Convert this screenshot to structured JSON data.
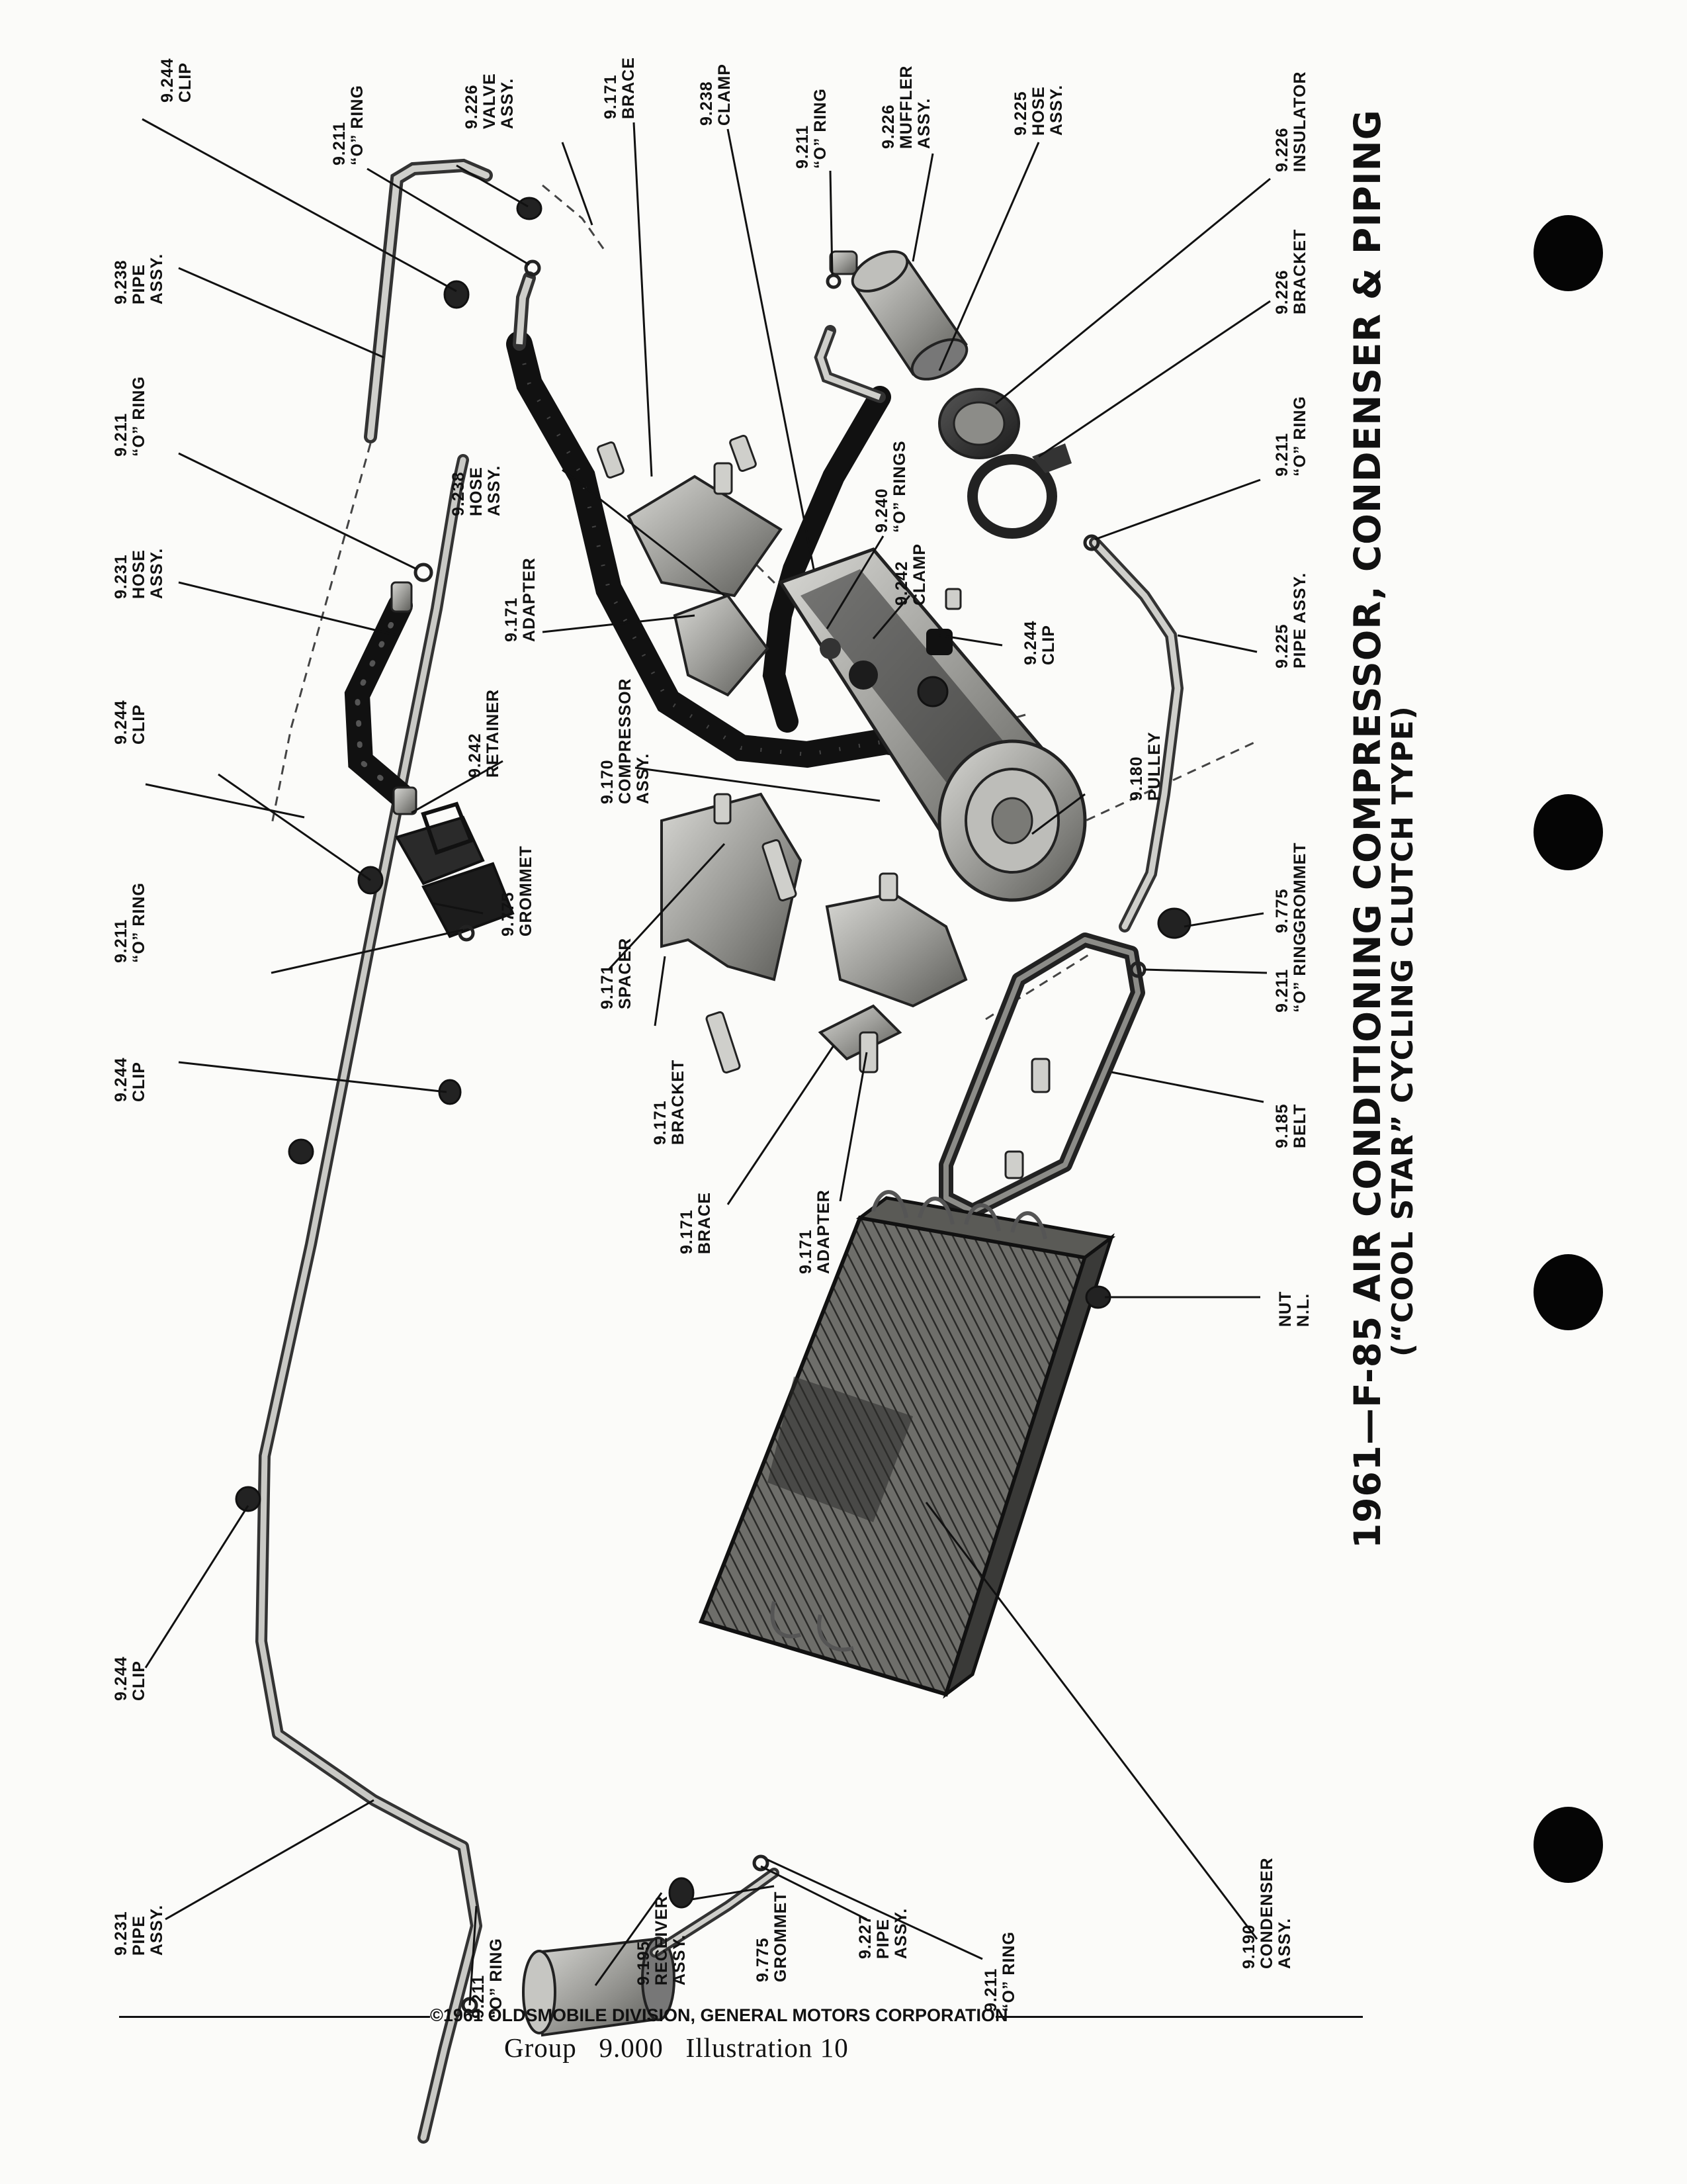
{
  "title": {
    "line1": "1961—F-85 AIR CONDITIONING COMPRESSOR, CONDENSER & PIPING",
    "line2": "(“COOL STAR” CYCLING CLUTCH TYPE)"
  },
  "footer": {
    "copyright": "©1961 OLDSMOBILE DIVISION, GENERAL MOTORS CORPORATION",
    "group_label": "Group",
    "group_number": "9.000",
    "illustration_label": "Illustration",
    "illustration_number": "10"
  },
  "callouts": [
    {
      "id": "clip-top-left",
      "lines": [
        "9.244",
        "CLIP"
      ]
    },
    {
      "id": "o-ring-valve",
      "lines": [
        "9.211",
        "“O” RING"
      ]
    },
    {
      "id": "valve-assy",
      "lines": [
        "9.226",
        "VALVE",
        "ASSY."
      ]
    },
    {
      "id": "brace-top",
      "lines": [
        "9.171",
        "BRACE"
      ]
    },
    {
      "id": "clamp-top",
      "lines": [
        "9.238",
        "CLAMP"
      ]
    },
    {
      "id": "o-ring-muffler",
      "lines": [
        "9.211",
        "“O” RING"
      ]
    },
    {
      "id": "muffler-assy",
      "lines": [
        "9.226",
        "MUFFLER",
        "ASSY."
      ]
    },
    {
      "id": "hose-assy-muffler",
      "lines": [
        "9.225",
        "HOSE",
        "ASSY."
      ]
    },
    {
      "id": "insulator",
      "lines": [
        "9.226",
        "INSULATOR"
      ]
    },
    {
      "id": "pipe-assy-top",
      "lines": [
        "9.238",
        "PIPE",
        "ASSY."
      ]
    },
    {
      "id": "bracket-muffler",
      "lines": [
        "9.226",
        "BRACKET"
      ]
    },
    {
      "id": "o-ring-left-upper",
      "lines": [
        "9.211",
        "“O” RING"
      ]
    },
    {
      "id": "hose-assy-center",
      "lines": [
        "9.238",
        "HOSE",
        "ASSY."
      ]
    },
    {
      "id": "o-rings-compressor",
      "lines": [
        "9.240",
        "“O” RINGS"
      ]
    },
    {
      "id": "o-ring-right-pipe",
      "lines": [
        "9.211",
        "“O” RING"
      ]
    },
    {
      "id": "hose-assy-left",
      "lines": [
        "9.231",
        "HOSE",
        "ASSY."
      ]
    },
    {
      "id": "adapter-upper",
      "lines": [
        "9.171",
        "ADAPTER"
      ]
    },
    {
      "id": "clamp-compressor",
      "lines": [
        "9.242",
        "CLAMP"
      ]
    },
    {
      "id": "clip-compressor",
      "lines": [
        "9.244",
        "CLIP"
      ]
    },
    {
      "id": "pipe-assy-right",
      "lines": [
        "9.225",
        "PIPE ASSY."
      ]
    },
    {
      "id": "clip-left-middle",
      "lines": [
        "9.244",
        "CLIP"
      ]
    },
    {
      "id": "retainer",
      "lines": [
        "9.242",
        "RETAINER"
      ]
    },
    {
      "id": "compressor-assy",
      "lines": [
        "9.170",
        "COMPRESSOR",
        "ASSY."
      ]
    },
    {
      "id": "pulley",
      "lines": [
        "9.180",
        "PULLEY"
      ]
    },
    {
      "id": "grommet-left",
      "lines": [
        "9.775",
        "GROMMET"
      ]
    },
    {
      "id": "grommet-right",
      "lines": [
        "9.775",
        "GROMMET"
      ]
    },
    {
      "id": "o-ring-left-lower",
      "lines": [
        "9.211",
        "“O” RING"
      ]
    },
    {
      "id": "spacer",
      "lines": [
        "9.171",
        "SPACER"
      ]
    },
    {
      "id": "o-ring-right-lower",
      "lines": [
        "9.211",
        "“O” RING"
      ]
    },
    {
      "id": "clip-left-lower",
      "lines": [
        "9.244",
        "CLIP"
      ]
    },
    {
      "id": "bracket-compressor",
      "lines": [
        "9.171",
        "BRACKET"
      ]
    },
    {
      "id": "belt",
      "lines": [
        "9.185",
        "BELT"
      ]
    },
    {
      "id": "brace-lower",
      "lines": [
        "9.171",
        "BRACE"
      ]
    },
    {
      "id": "adapter-lower",
      "lines": [
        "9.171",
        "ADAPTER"
      ]
    },
    {
      "id": "nut",
      "lines": [
        "NUT",
        "N.L."
      ]
    },
    {
      "id": "clip-bottom-left",
      "lines": [
        "9.244",
        "CLIP"
      ]
    },
    {
      "id": "pipe-assy-bottom",
      "lines": [
        "9.231",
        "PIPE",
        "ASSY."
      ]
    },
    {
      "id": "o-ring-receiver",
      "lines": [
        "9.211",
        "“O” RING"
      ]
    },
    {
      "id": "receiver-assy",
      "lines": [
        "9.195",
        "RECEIVER",
        "ASSY."
      ]
    },
    {
      "id": "grommet-bottom",
      "lines": [
        "9.775",
        "GROMMET"
      ]
    },
    {
      "id": "pipe-assy-receiver",
      "lines": [
        "9.227",
        "PIPE",
        "ASSY."
      ]
    },
    {
      "id": "o-ring-condenser",
      "lines": [
        "9.211",
        "“O” RING"
      ]
    },
    {
      "id": "condenser-assy",
      "lines": [
        "9.190",
        "CONDENSER",
        "ASSY."
      ]
    }
  ]
}
